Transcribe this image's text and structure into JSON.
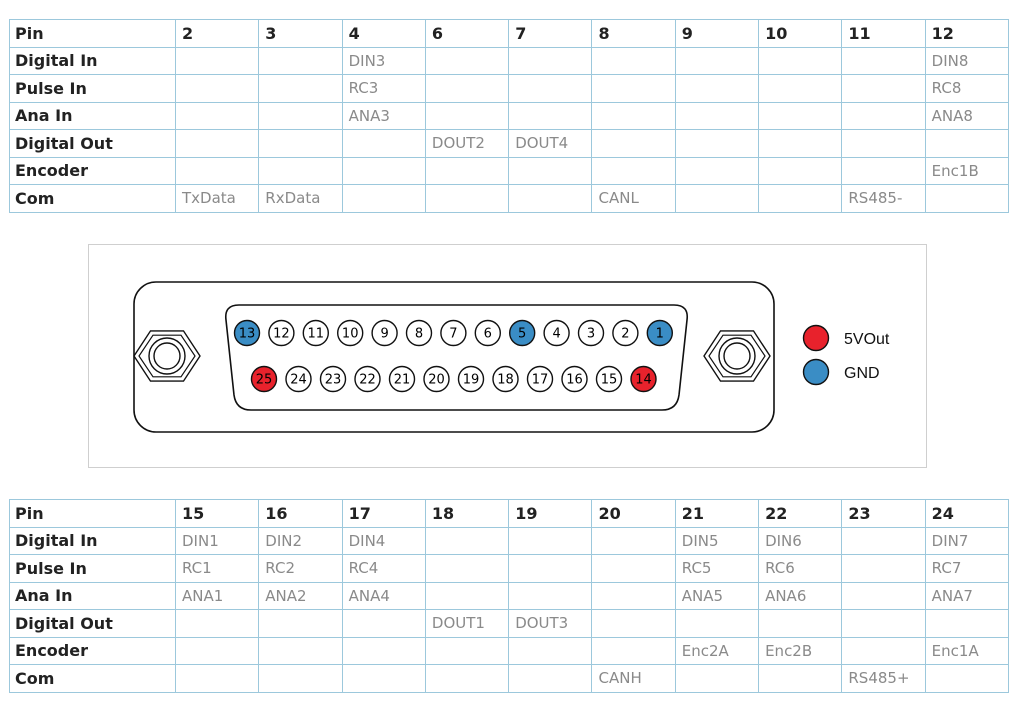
{
  "colors": {
    "gnd": "#3a8dc5",
    "vout": "#e8222c",
    "grid": "#9cc8dc"
  },
  "row_labels": [
    "Pin",
    "Digital In",
    "Pulse In",
    "Ana In",
    "Digital Out",
    "Encoder",
    "Com"
  ],
  "top_table": {
    "pins": [
      "2",
      "3",
      "4",
      "6",
      "7",
      "8",
      "9",
      "10",
      "11",
      "12"
    ],
    "rows": [
      [
        "",
        "",
        "DIN3",
        "",
        "",
        "",
        "",
        "",
        "",
        "DIN8"
      ],
      [
        "",
        "",
        "RC3",
        "",
        "",
        "",
        "",
        "",
        "",
        "RC8"
      ],
      [
        "",
        "",
        "ANA3",
        "",
        "",
        "",
        "",
        "",
        "",
        "ANA8"
      ],
      [
        "",
        "",
        "",
        "DOUT2",
        "DOUT4",
        "",
        "",
        "",
        "",
        ""
      ],
      [
        "",
        "",
        "",
        "",
        "",
        "",
        "",
        "",
        "",
        "Enc1B"
      ],
      [
        "TxData",
        "RxData",
        "",
        "",
        "",
        "CANL",
        "",
        "",
        "RS485-",
        ""
      ]
    ]
  },
  "bottom_table": {
    "pins": [
      "15",
      "16",
      "17",
      "18",
      "19",
      "20",
      "21",
      "22",
      "23",
      "24"
    ],
    "rows": [
      [
        "DIN1",
        "DIN2",
        "DIN4",
        "",
        "",
        "",
        "DIN5",
        "DIN6",
        "",
        "DIN7"
      ],
      [
        "RC1",
        "RC2",
        "RC4",
        "",
        "",
        "",
        "RC5",
        "RC6",
        "",
        "RC7"
      ],
      [
        "ANA1",
        "ANA2",
        "ANA4",
        "",
        "",
        "",
        "ANA5",
        "ANA6",
        "",
        "ANA7"
      ],
      [
        "",
        "",
        "",
        "DOUT1",
        "DOUT3",
        "",
        "",
        "",
        "",
        ""
      ],
      [
        "",
        "",
        "",
        "",
        "",
        "",
        "Enc2A",
        "Enc2B",
        "",
        "Enc1A"
      ],
      [
        "",
        "",
        "",
        "",
        "",
        "CANH",
        "",
        "",
        "RS485+",
        ""
      ]
    ]
  },
  "connector": {
    "top_row": [
      {
        "num": "13",
        "type": "gnd"
      },
      {
        "num": "12",
        "type": "normal"
      },
      {
        "num": "11",
        "type": "normal"
      },
      {
        "num": "10",
        "type": "normal"
      },
      {
        "num": "9",
        "type": "normal"
      },
      {
        "num": "8",
        "type": "normal"
      },
      {
        "num": "7",
        "type": "normal"
      },
      {
        "num": "6",
        "type": "normal"
      },
      {
        "num": "5",
        "type": "gnd"
      },
      {
        "num": "4",
        "type": "normal"
      },
      {
        "num": "3",
        "type": "normal"
      },
      {
        "num": "2",
        "type": "normal"
      },
      {
        "num": "1",
        "type": "gnd"
      }
    ],
    "bottom_row": [
      {
        "num": "25",
        "type": "vout"
      },
      {
        "num": "24",
        "type": "normal"
      },
      {
        "num": "23",
        "type": "normal"
      },
      {
        "num": "22",
        "type": "normal"
      },
      {
        "num": "21",
        "type": "normal"
      },
      {
        "num": "20",
        "type": "normal"
      },
      {
        "num": "19",
        "type": "normal"
      },
      {
        "num": "18",
        "type": "normal"
      },
      {
        "num": "17",
        "type": "normal"
      },
      {
        "num": "16",
        "type": "normal"
      },
      {
        "num": "15",
        "type": "normal"
      },
      {
        "num": "14",
        "type": "vout"
      }
    ]
  },
  "legend": {
    "items": [
      {
        "label": "5VOut",
        "type": "vout"
      },
      {
        "label": "GND",
        "type": "gnd"
      }
    ]
  }
}
